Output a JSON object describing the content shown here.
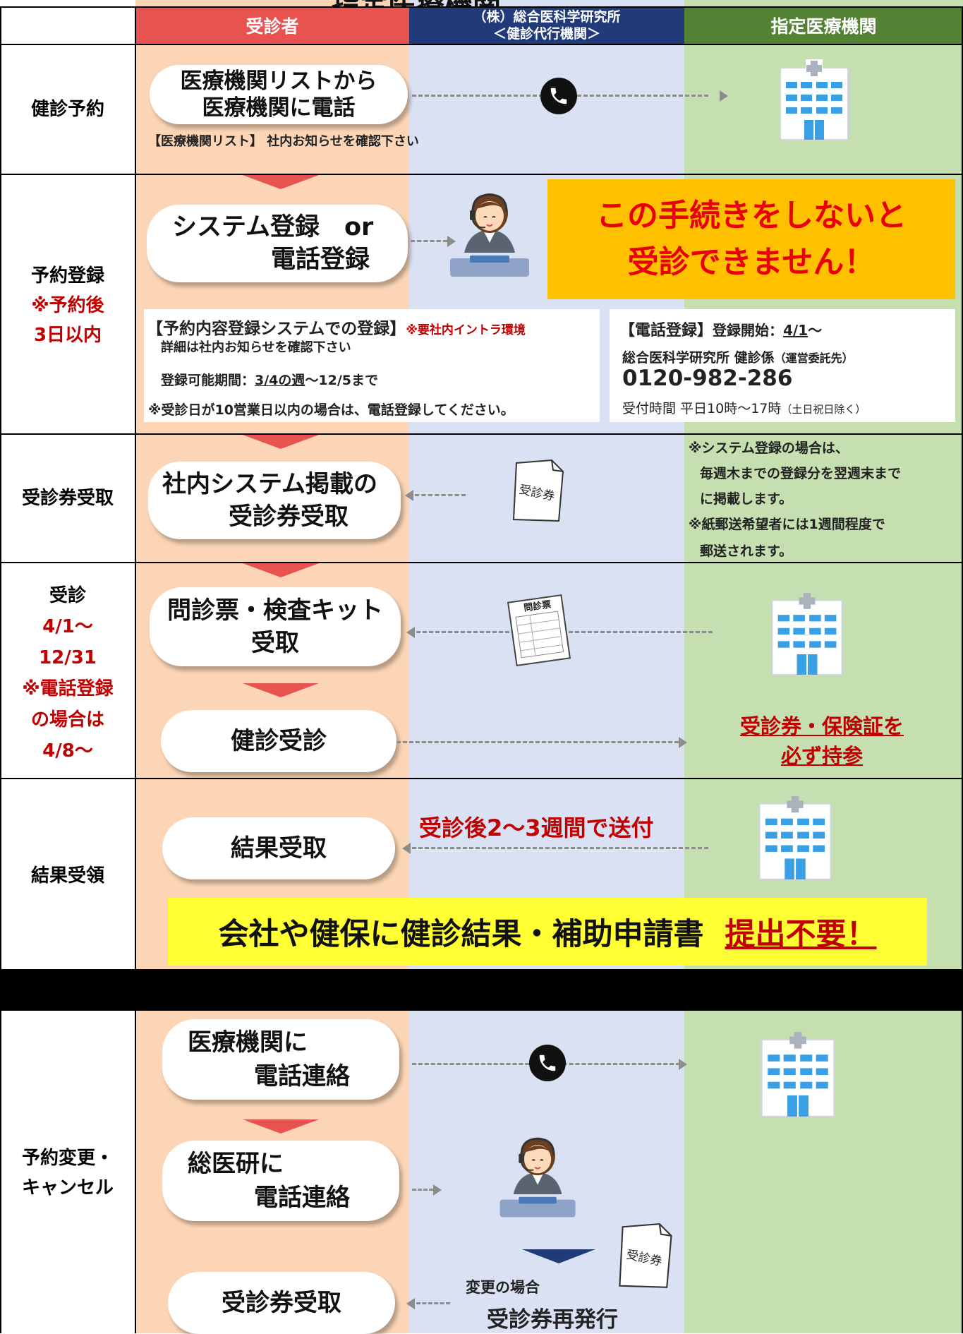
{
  "title_partial": "指定医療機関",
  "headers": {
    "patient": "受診者",
    "agency_line1": "（株）総合医科学研究所",
    "agency_line2": "＜健診代行機関＞",
    "hospital": "指定医療機関"
  },
  "colors": {
    "patient_col": "#fbd5b5",
    "patient_hdr": "#e8534f",
    "agency_col": "#dae1f2",
    "agency_hdr": "#203a7a",
    "hospital_col": "#c6dfb0",
    "hospital_hdr": "#548235",
    "warning_bg": "#ffc000",
    "warning_text": "#e8000b",
    "yellow_bg": "#ffff33"
  },
  "stages": {
    "reserve": "健診予約",
    "register_l1": "予約登録",
    "register_l2": "※予約後",
    "register_l3": "3日以内",
    "ticket": "受診券受取",
    "exam_l1": "受診",
    "exam_l2": "4/1〜",
    "exam_l3": "12/31",
    "exam_l4": "※電話登録",
    "exam_l5": "の場合は",
    "exam_l6": "4/8〜",
    "result": "結果受領",
    "change_l1": "予約変更・",
    "change_l2": "キャンセル"
  },
  "s1": {
    "pill_l1": "医療機関リストから",
    "pill_l2": "医療機関に電話",
    "note": "【医療機関リスト】 社内お知らせを確認下さい"
  },
  "s2": {
    "pill_l1": "システム登録　or",
    "pill_l2": "電話登録",
    "warn_l1": "この手続きをしないと",
    "warn_l2": "受診できません！",
    "sys_head": "【予約内容登録システムでの登録】",
    "sys_req": "※要社内イントラ環境",
    "sys_detail": "詳細は社内お知らせを確認下さい",
    "sys_period_label": "登録可能期間：",
    "sys_period_date": "3/4の週",
    "sys_period_end": "〜12/5まで",
    "sys_warn": "※受診日が10営業日以内の場合は、電話登録してください。",
    "tel_head": "【電話登録】",
    "tel_start_label": "登録開始：",
    "tel_start_date": "4/1",
    "tel_start_tail": "〜",
    "tel_org": "総合医科学研究所  健診係",
    "tel_org_sub": "（運営委託先）",
    "tel_number": "0120-982-286",
    "tel_hours": "受付時間  平日10時〜17時",
    "tel_hours_sub": "（土日祝日除く）"
  },
  "s3": {
    "pill_l1": "社内システム掲載の",
    "pill_l2": "受診券受取",
    "ticket_label": "受診券",
    "note_l1": "※システム登録の場合は、",
    "note_l2": "毎週木までの登録分を翌週末まで",
    "note_l3": "に掲載します。",
    "note_l4": "※紙郵送希望者には1週間程度で",
    "note_l5": "郵送されます。"
  },
  "s4": {
    "pill1_l1": "問診票・検査キット",
    "pill1_l2": "受取",
    "form_label": "問診票",
    "pill2": "健診受診",
    "bring_l1": "受診券・保険証を",
    "bring_l2": "必ず持参"
  },
  "s5": {
    "pill": "結果受取",
    "send_note": "受診後2〜3週間で送付",
    "banner_main": "会社や健保に健診結果・補助申請書",
    "banner_emph": "提出不要！"
  },
  "s6": {
    "pill1_l1": "医療機関に",
    "pill1_l2": "電話連絡",
    "pill2_l1": "総医研に",
    "pill2_l2": "電話連絡",
    "pill3": "受診券受取",
    "ticket_label": "受診券",
    "change_note": "変更の場合",
    "reissue": "受診券再発行"
  }
}
